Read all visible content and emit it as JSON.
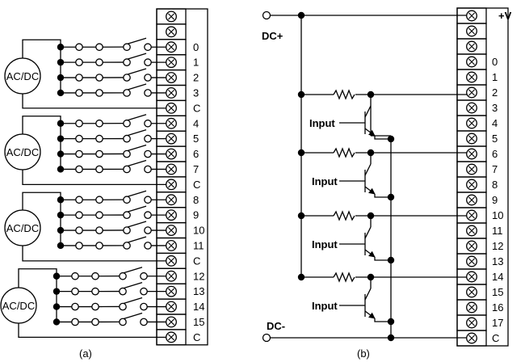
{
  "diagram_a": {
    "caption": "(a)",
    "source_label": "AC/DC",
    "terminals": [
      "",
      "",
      "0",
      "1",
      "2",
      "3",
      "C",
      "4",
      "5",
      "6",
      "7",
      "C",
      "8",
      "9",
      "10",
      "11",
      "C",
      "12",
      "13",
      "14",
      "15",
      "C"
    ],
    "groups": [
      {
        "source": "AC/DC",
        "inputs": [
          "0",
          "1",
          "2",
          "3"
        ],
        "common": "C"
      },
      {
        "source": "AC/DC",
        "inputs": [
          "4",
          "5",
          "6",
          "7"
        ],
        "common": "C"
      },
      {
        "source": "AC/DC",
        "inputs": [
          "8",
          "9",
          "10",
          "11"
        ],
        "common": "C"
      },
      {
        "source": "AC/DC",
        "inputs": [
          "12",
          "13",
          "14",
          "15"
        ],
        "common": "C"
      }
    ]
  },
  "diagram_b": {
    "caption": "(b)",
    "supply_pos": "DC+",
    "supply_neg": "DC-",
    "top_terminal": "+V",
    "terminals": [
      "+V",
      "",
      "",
      "0",
      "1",
      "2",
      "3",
      "4",
      "5",
      "6",
      "7",
      "8",
      "9",
      "10",
      "11",
      "12",
      "13",
      "14",
      "15",
      "16",
      "17",
      "C"
    ],
    "sensor_label": "Input",
    "sensor_inputs": [
      "2",
      "6",
      "10",
      "14"
    ]
  }
}
